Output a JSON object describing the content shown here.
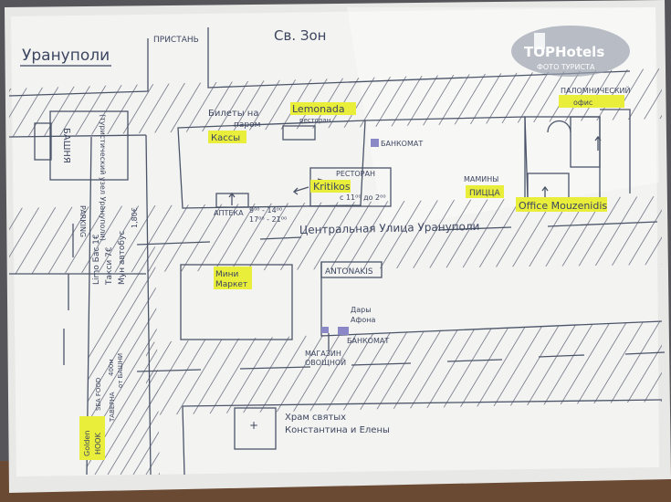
{
  "map": {
    "title": "Урануполи",
    "labels": {
      "pier": "ПРИСТАНЬ",
      "sea_partial": "Св. Зон",
      "tower": "БАШНЯ",
      "tower_note": "(туристический узел Урануполи)",
      "ferry_tickets_1": "Билеты на",
      "ferry_tickets_2": "паром",
      "ticket_office": "Кассы",
      "lemonada": "Lemonada",
      "lemonada_sub": "ресторан",
      "pilgrim_office_1": "ПАЛОМНИЧЕСКИЙ",
      "pilgrim_office_2": "офис",
      "atm_1": "БАНКОМАТ",
      "restaurant": "РЕСТОРАН",
      "kritikos": "Kritikos",
      "kritikos_hours": "с 11⁰⁰ до 2⁰⁰",
      "pharmacy": "АПТЕКА",
      "pharmacy_hours_1": "9⁰⁰ - 14⁰⁰",
      "pharmacy_hours_2": "17⁰⁰ - 21⁰⁰",
      "mamma": "МАМИНЫ",
      "pizza": "ПИЦЦА",
      "office_mouzenidis": "Office Mouzenidis",
      "main_street": "Центральная Улица Урануполи",
      "parking": "PARKING",
      "prices_1": "Limo Бас 1€",
      "prices_2": "Такси 7€",
      "prices_3": "Мун автобус",
      "prices_4": "1,80€",
      "minimarket_1": "Мини",
      "minimarket_2": "Маркет",
      "antonakis": "ANTONAKIS",
      "gifts_1": "Дары",
      "gifts_2": "Афона",
      "atm_2": "БАНКОМАТ",
      "grocery_1": "МАГАЗИН",
      "grocery_2": "ОВОЩНОЙ",
      "seafood": "SEA FOOD",
      "distance_1": "400м",
      "distance_2": "от БАШНИ",
      "tavern": "ТАВЕРНА",
      "golden_1": "Golden",
      "golden_2": "HOOK",
      "church_1": "Храм святых",
      "church_2": "Константина и Елены",
      "church_cross": "+"
    }
  },
  "watermark": {
    "brand": "TOPHotels",
    "sub": "ФОТО ТУРИСТА"
  },
  "colors": {
    "highlight": "#e9ee3a",
    "ink": "#3d4660",
    "paper": "#f3f3f1",
    "watermark": "#9aa0ad"
  }
}
